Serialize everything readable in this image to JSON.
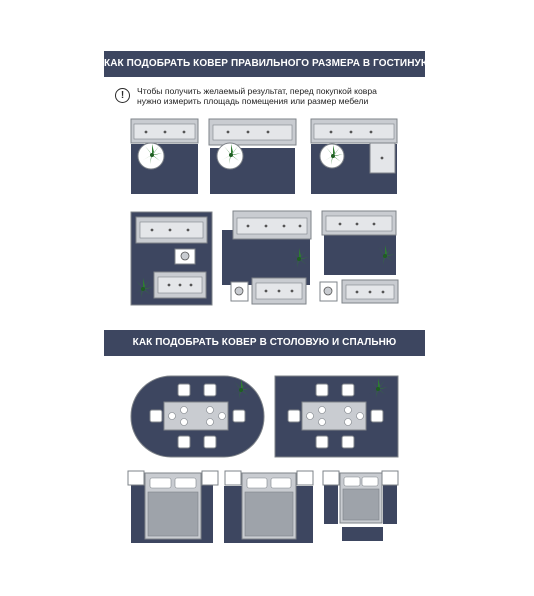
{
  "living_room": {
    "title": "КАК ПОДОБРАТЬ КОВЕР ПРАВИЛЬНОГО РАЗМЕРА В ГОСТИНУЮ",
    "note": {
      "icon": "exclamation-circle-icon",
      "line1": "Чтобы получить желаемый результат, перед покупкой ковра",
      "line2": "нужно измерить площадь помещения или размер мебели"
    }
  },
  "dining_bedroom": {
    "title": "КАК ПОДОБРАТЬ КОВЕР В СТОЛОВУЮ И СПАЛЬНЮ"
  },
  "colors": {
    "banner": "#3d4660",
    "rug": "#3d4660",
    "sofa": "#c9ccd1",
    "sofa_outline": "#7e8389",
    "cushion": "#ffffff",
    "plant": "#2f7d32",
    "table": "#c9ccd1"
  }
}
